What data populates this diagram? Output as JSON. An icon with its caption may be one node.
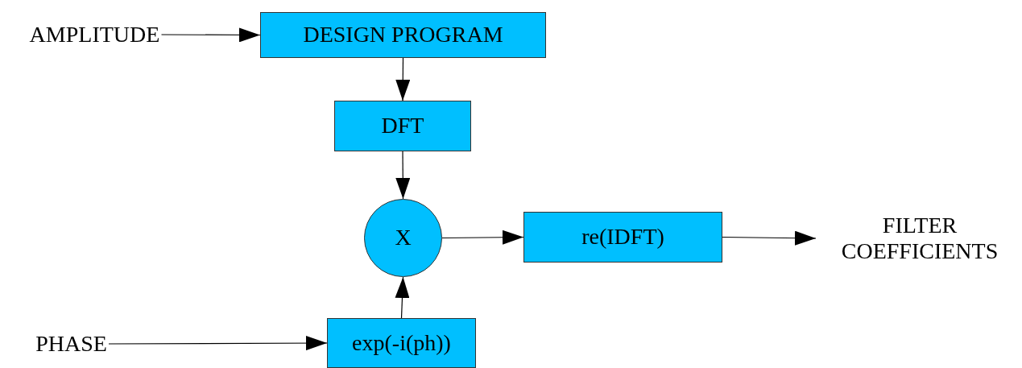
{
  "diagram": {
    "nodes": [
      {
        "text": [
          "AMPLITUDE"
        ]
      },
      {
        "text": [
          "DESIGN PROGRAM"
        ]
      },
      {
        "text": [
          "DFT"
        ]
      },
      {
        "text": [
          "X"
        ]
      },
      {
        "text": [
          "re(IDFT)"
        ]
      },
      {
        "text": [
          "FILTER COEFFICIENTS"
        ]
      },
      {
        "text": [
          "PHASE"
        ]
      },
      {
        "text": [
          "exp(-i(ph))"
        ]
      }
    ],
    "edges": [
      {
        "from": 0,
        "to": 1,
        "arrow": "to"
      },
      {
        "from": 1,
        "to": 2,
        "arrow": "to"
      },
      {
        "from": 2,
        "to": 3,
        "arrow": "to"
      },
      {
        "from": 3,
        "to": 4,
        "arrow": "to"
      },
      {
        "from": 4,
        "to": 5,
        "arrow": "to"
      },
      {
        "from": 6,
        "to": 7,
        "arrow": "to"
      },
      {
        "from": 7,
        "to": 3,
        "arrow": "to"
      }
    ]
  }
}
